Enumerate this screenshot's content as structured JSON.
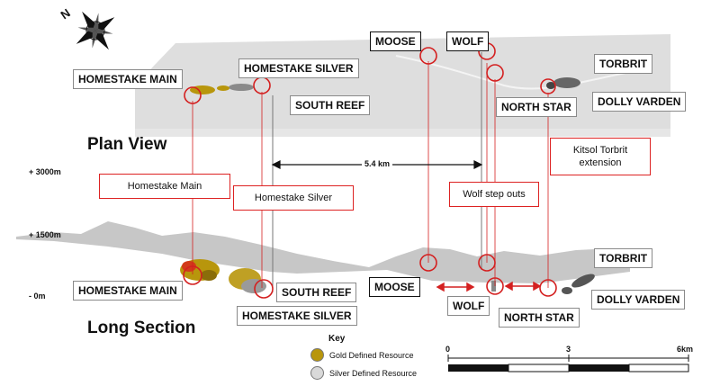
{
  "plan_view_label": "Plan View",
  "long_section_label": "Long Section",
  "compass_letter": "N",
  "elevations": [
    "+ 3000m",
    "+ 1500m",
    "- 0m"
  ],
  "distance_label": "5.4 km",
  "plan_labels": {
    "homestake_main": "HOMESTAKE MAIN",
    "homestake_silver": "HOMESTAKE SILVER",
    "south_reef": "SOUTH REEF",
    "moose": "MOOSE",
    "wolf": "WOLF",
    "torbrit": "TORBRIT",
    "north_star": "NORTH STAR",
    "dolly_varden": "DOLLY VARDEN"
  },
  "section_labels": {
    "homestake_main": "HOMESTAKE MAIN",
    "south_reef": "SOUTH REEF",
    "homestake_silver": "HOMESTAKE SILVER",
    "moose": "MOOSE",
    "wolf": "WOLF",
    "north_star": "NORTH STAR",
    "torbrit": "TORBRIT",
    "dolly_varden": "DOLLY VARDEN"
  },
  "callouts": {
    "homestake_main": "Homestake Main",
    "homestake_silver": "Homestake Silver",
    "wolf_step_outs": "Wolf step outs",
    "kitsol": "Kitsol Torbrit extension"
  },
  "key": {
    "title": "Key",
    "gold": "Gold Defined Resource",
    "silver": "Silver Defined Resource",
    "gold_color": "#b8960c",
    "silver_color": "#d9d9d9"
  },
  "scale": {
    "ticks": [
      "0",
      "3",
      "6km"
    ]
  },
  "colors": {
    "accent_red": "#d42020"
  }
}
